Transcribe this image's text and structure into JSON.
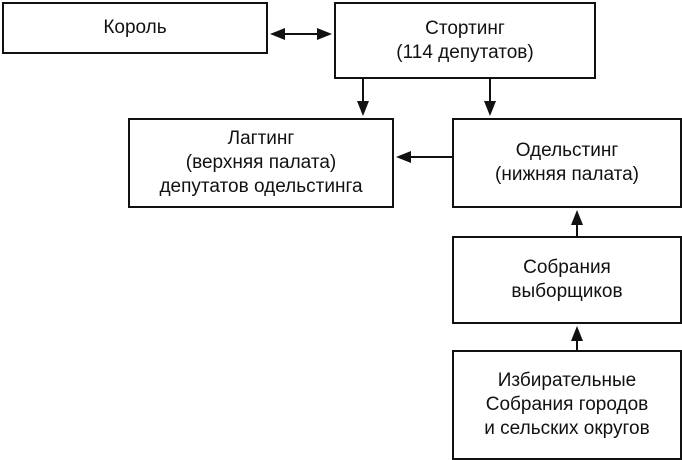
{
  "diagram": {
    "nodes": {
      "korol": {
        "lines": [
          "Король"
        ]
      },
      "storting": {
        "lines": [
          "Стортинг",
          "(114 депутатов)"
        ]
      },
      "lagting": {
        "lines": [
          "Лагтинг",
          "(верхняя палата)",
          "депутатов одельстинга"
        ]
      },
      "odelsting": {
        "lines": [
          "Одельстинг",
          "(нижняя палата)"
        ]
      },
      "sobraniya": {
        "lines": [
          "Собрания",
          "выборщиков"
        ]
      },
      "izbir": {
        "lines": [
          "Избирательные",
          "Собрания городов",
          "и сельских округов"
        ]
      }
    },
    "edges": [
      {
        "from": "korol",
        "to": "storting",
        "type": "bidirectional"
      },
      {
        "from": "storting",
        "to": "lagting",
        "type": "directed"
      },
      {
        "from": "storting",
        "to": "odelsting",
        "type": "directed"
      },
      {
        "from": "odelsting",
        "to": "lagting",
        "type": "directed"
      },
      {
        "from": "sobraniya",
        "to": "odelsting",
        "type": "directed"
      },
      {
        "from": "izbir",
        "to": "sobraniya",
        "type": "directed"
      }
    ]
  }
}
